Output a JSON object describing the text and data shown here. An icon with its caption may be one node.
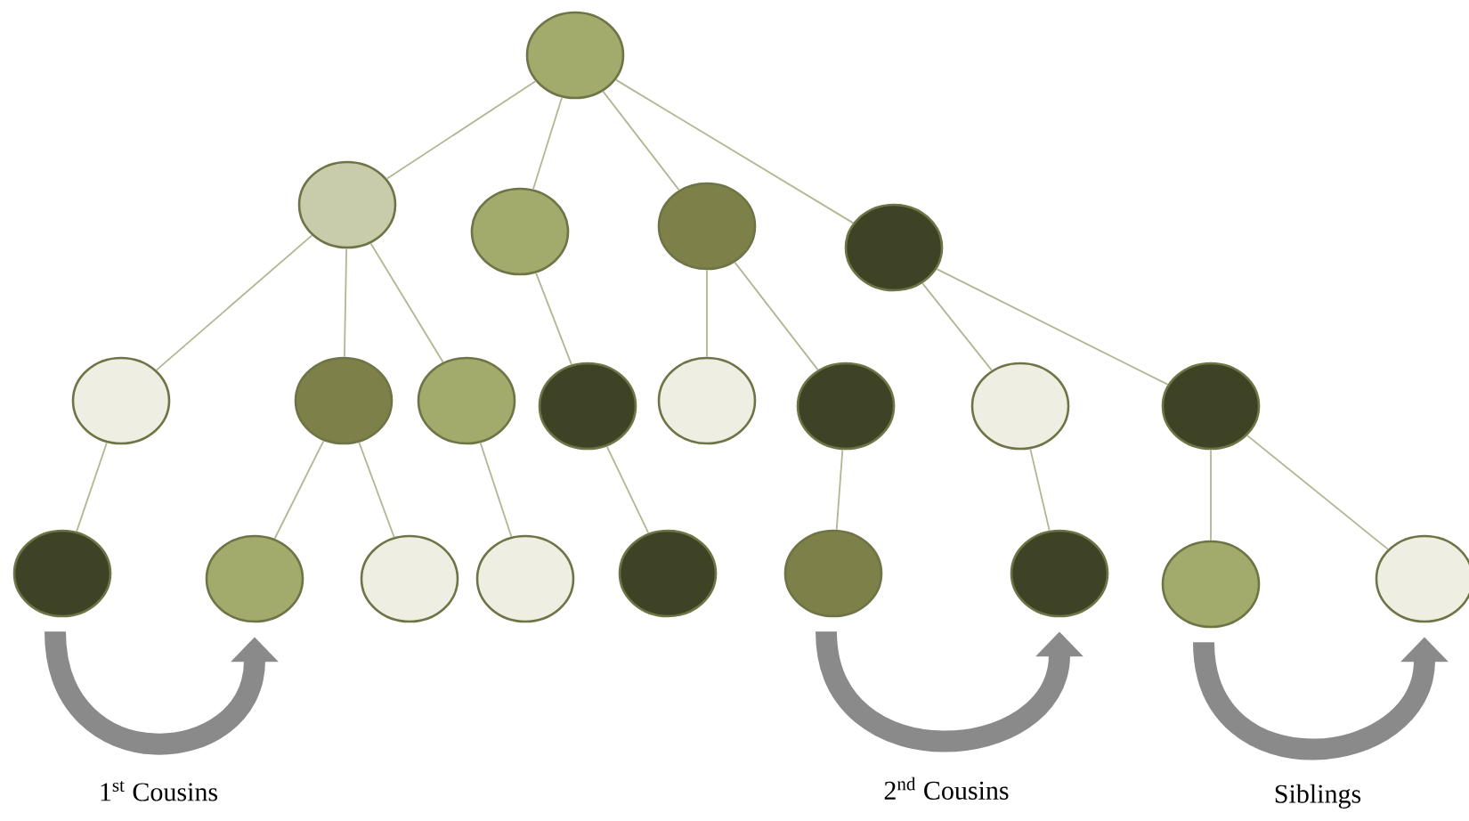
{
  "diagram": {
    "nodes": [
      {
        "text": [],
        "shape": "circle"
      },
      {
        "text": [],
        "shape": "circle"
      },
      {
        "text": [],
        "shape": "circle"
      },
      {
        "text": [],
        "shape": "circle"
      },
      {
        "text": [],
        "shape": "circle"
      },
      {
        "text": [],
        "shape": "circle"
      },
      {
        "text": [],
        "shape": "circle"
      },
      {
        "text": [],
        "shape": "circle"
      },
      {
        "text": [],
        "shape": "circle"
      },
      {
        "text": [],
        "shape": "circle"
      },
      {
        "text": [],
        "shape": "circle"
      },
      {
        "text": [],
        "shape": "circle"
      },
      {
        "text": [],
        "shape": "circle"
      },
      {
        "text": [],
        "shape": "circle"
      },
      {
        "text": [],
        "shape": "circle"
      },
      {
        "text": [],
        "shape": "circle"
      },
      {
        "text": [],
        "shape": "circle"
      },
      {
        "text": [],
        "shape": "circle"
      },
      {
        "text": [],
        "shape": "circle"
      },
      {
        "text": [],
        "shape": "circle"
      },
      {
        "text": [],
        "shape": "circle"
      },
      {
        "text": [],
        "shape": "circle"
      }
    ],
    "edges": [
      {
        "from": 0,
        "to": 1,
        "arrow": "none"
      },
      {
        "from": 0,
        "to": 2,
        "arrow": "none"
      },
      {
        "from": 0,
        "to": 3,
        "arrow": "none"
      },
      {
        "from": 0,
        "to": 4,
        "arrow": "none"
      },
      {
        "from": 1,
        "to": 5,
        "arrow": "none"
      },
      {
        "from": 1,
        "to": 6,
        "arrow": "none"
      },
      {
        "from": 1,
        "to": 7,
        "arrow": "none"
      },
      {
        "from": 2,
        "to": 8,
        "arrow": "none"
      },
      {
        "from": 3,
        "to": 9,
        "arrow": "none"
      },
      {
        "from": 3,
        "to": 10,
        "arrow": "none"
      },
      {
        "from": 4,
        "to": 11,
        "arrow": "none"
      },
      {
        "from": 4,
        "to": 12,
        "arrow": "none"
      },
      {
        "from": 5,
        "to": 13,
        "arrow": "none"
      },
      {
        "from": 6,
        "to": 14,
        "arrow": "none"
      },
      {
        "from": 6,
        "to": 15,
        "arrow": "none"
      },
      {
        "from": 7,
        "to": 16,
        "arrow": "none"
      },
      {
        "from": 8,
        "to": 17,
        "arrow": "none"
      },
      {
        "from": 10,
        "to": 18,
        "arrow": "none"
      },
      {
        "from": 11,
        "to": 19,
        "arrow": "none"
      },
      {
        "from": 12,
        "to": 20,
        "arrow": "none"
      },
      {
        "from": 12,
        "to": 21,
        "arrow": "none"
      },
      {
        "from": 13,
        "to": 14,
        "arrow": "to",
        "style": "thick",
        "color": "#8a8a8a",
        "label": "1$^{st}$ Cousins"
      },
      {
        "from": 18,
        "to": 19,
        "arrow": "to",
        "style": "thick",
        "color": "#8a8a8a",
        "label": "2$^{nd}$ Cousins"
      },
      {
        "from": 20,
        "to": 21,
        "arrow": "to",
        "style": "thick",
        "color": "#8a8a8a",
        "label": "Siblings"
      }
    ]
  }
}
